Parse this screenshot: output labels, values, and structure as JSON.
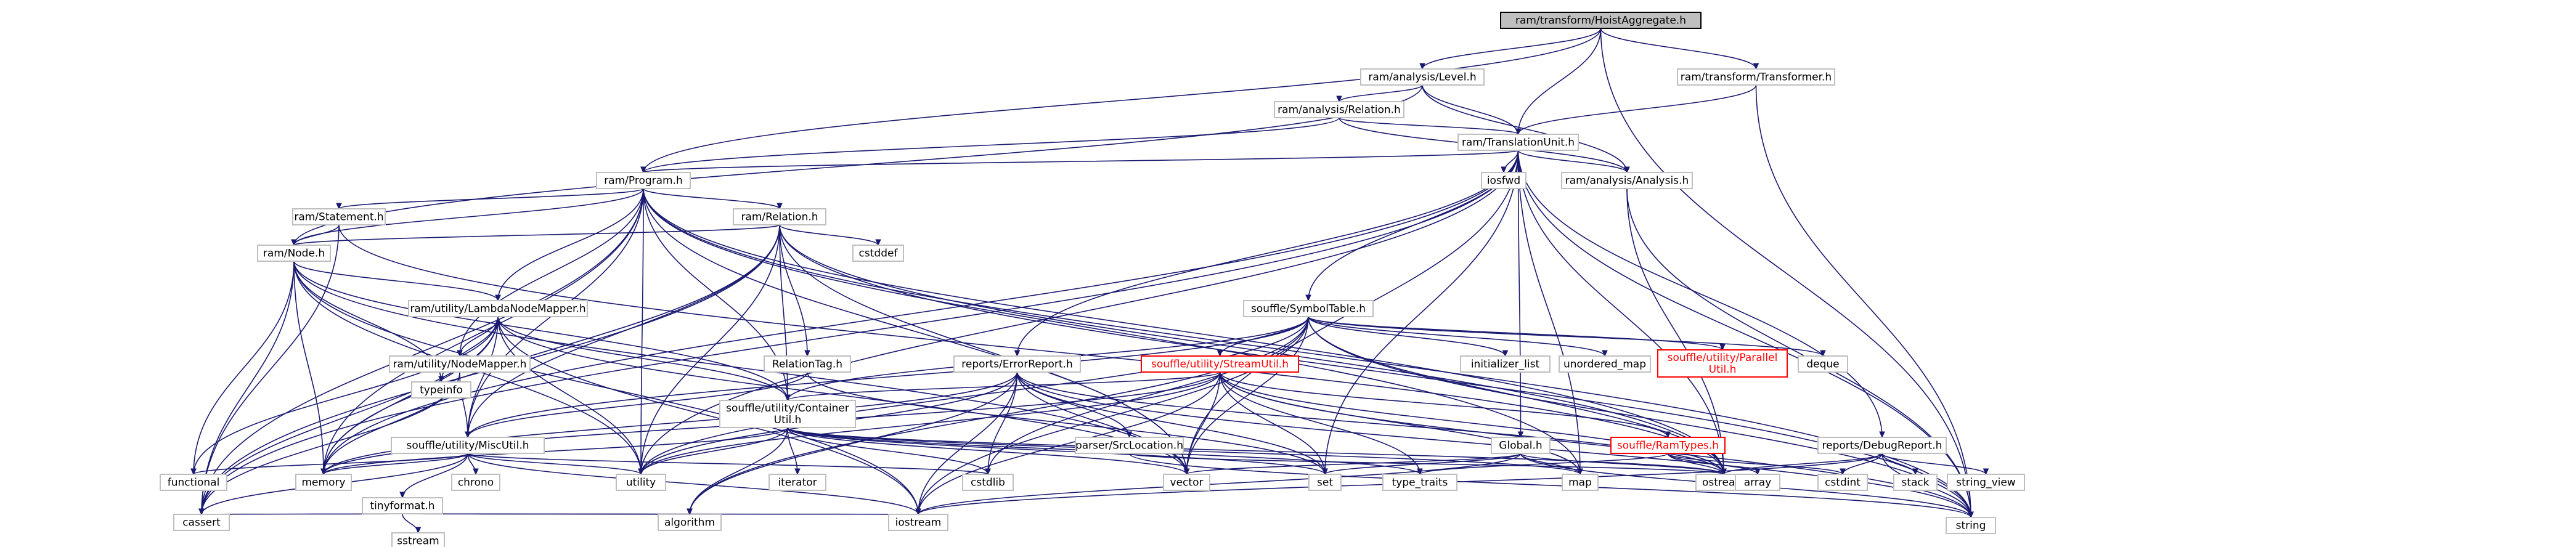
{
  "graph": {
    "edge_color": "#191970",
    "border_color": "#bfbfbf",
    "root_fill": "#bfbfbf",
    "broken_link_color": "#ff0000",
    "nodes": [
      {
        "id": "root",
        "lines": [
          "ram/transform/HoistAggregate.h"
        ],
        "style": "root"
      },
      {
        "id": "level",
        "lines": [
          "ram/analysis/Level.h"
        ]
      },
      {
        "id": "transformer",
        "lines": [
          "ram/transform/Transformer.h"
        ]
      },
      {
        "id": "relation_analysis",
        "lines": [
          "ram/analysis/Relation.h"
        ]
      },
      {
        "id": "tunit",
        "lines": [
          "ram/TranslationUnit.h"
        ]
      },
      {
        "id": "program",
        "lines": [
          "ram/Program.h"
        ]
      },
      {
        "id": "analysis",
        "lines": [
          "ram/analysis/Analysis.h"
        ]
      },
      {
        "id": "iosfwd",
        "lines": [
          "iosfwd"
        ]
      },
      {
        "id": "statement",
        "lines": [
          "ram/Statement.h"
        ]
      },
      {
        "id": "relation",
        "lines": [
          "ram/Relation.h"
        ]
      },
      {
        "id": "node",
        "lines": [
          "ram/Node.h"
        ]
      },
      {
        "id": "cstddef",
        "lines": [
          "cstddef"
        ]
      },
      {
        "id": "lnm",
        "lines": [
          "ram/utility/LambdaNodeMapper.h"
        ]
      },
      {
        "id": "symtab",
        "lines": [
          "souffle/SymbolTable.h"
        ]
      },
      {
        "id": "relationtag",
        "lines": [
          "RelationTag.h"
        ]
      },
      {
        "id": "nodemapper",
        "lines": [
          "ram/utility/NodeMapper.h"
        ]
      },
      {
        "id": "typeinfo",
        "lines": [
          "typeinfo"
        ]
      },
      {
        "id": "errorreport",
        "lines": [
          "reports/ErrorReport.h"
        ]
      },
      {
        "id": "streamutil",
        "lines": [
          "souffle/utility/StreamUtil.h"
        ],
        "style": "red"
      },
      {
        "id": "initlist",
        "lines": [
          "initializer_list"
        ]
      },
      {
        "id": "unordered_map",
        "lines": [
          "unordered_map"
        ]
      },
      {
        "id": "parallel",
        "lines": [
          "souffle/utility/Parallel",
          "Util.h"
        ],
        "style": "red"
      },
      {
        "id": "deque",
        "lines": [
          "deque"
        ]
      },
      {
        "id": "container",
        "lines": [
          "souffle/utility/Container",
          "Util.h"
        ]
      },
      {
        "id": "miscutil",
        "lines": [
          "souffle/utility/MiscUtil.h"
        ]
      },
      {
        "id": "srcloc",
        "lines": [
          "parser/SrcLocation.h"
        ]
      },
      {
        "id": "global",
        "lines": [
          "Global.h"
        ]
      },
      {
        "id": "ramtypes",
        "lines": [
          "souffle/RamTypes.h"
        ],
        "style": "red"
      },
      {
        "id": "debugreport",
        "lines": [
          "reports/DebugReport.h"
        ]
      },
      {
        "id": "functional",
        "lines": [
          "functional"
        ]
      },
      {
        "id": "memory",
        "lines": [
          "memory"
        ]
      },
      {
        "id": "chrono",
        "lines": [
          "chrono"
        ]
      },
      {
        "id": "tinyformat",
        "lines": [
          "tinyformat.h"
        ]
      },
      {
        "id": "iterator",
        "lines": [
          "iterator"
        ]
      },
      {
        "id": "cassert",
        "lines": [
          "cassert"
        ]
      },
      {
        "id": "sstream",
        "lines": [
          "sstream"
        ]
      },
      {
        "id": "algorithm",
        "lines": [
          "algorithm"
        ]
      },
      {
        "id": "iostream",
        "lines": [
          "iostream"
        ]
      },
      {
        "id": "utility",
        "lines": [
          "utility"
        ]
      },
      {
        "id": "cstdlib",
        "lines": [
          "cstdlib"
        ]
      },
      {
        "id": "vector",
        "lines": [
          "vector"
        ]
      },
      {
        "id": "set",
        "lines": [
          "set"
        ]
      },
      {
        "id": "type_traits",
        "lines": [
          "type_traits"
        ]
      },
      {
        "id": "map",
        "lines": [
          "map"
        ]
      },
      {
        "id": "ostream",
        "lines": [
          "ostream"
        ]
      },
      {
        "id": "array",
        "lines": [
          "array"
        ]
      },
      {
        "id": "cstdint",
        "lines": [
          "cstdint"
        ]
      },
      {
        "id": "stack",
        "lines": [
          "stack"
        ]
      },
      {
        "id": "string_view",
        "lines": [
          "string_view"
        ]
      },
      {
        "id": "string",
        "lines": [
          "string"
        ]
      }
    ],
    "edges": [
      [
        "root",
        "level"
      ],
      [
        "root",
        "transformer"
      ],
      [
        "root",
        "tunit"
      ],
      [
        "root",
        "program"
      ],
      [
        "root",
        "string"
      ],
      [
        "level",
        "relation_analysis"
      ],
      [
        "level",
        "tunit"
      ],
      [
        "level",
        "analysis"
      ],
      [
        "level",
        "node"
      ],
      [
        "transformer",
        "tunit"
      ],
      [
        "transformer",
        "string"
      ],
      [
        "relation_analysis",
        "tunit"
      ],
      [
        "relation_analysis",
        "analysis"
      ],
      [
        "relation_analysis",
        "program"
      ],
      [
        "tunit",
        "program"
      ],
      [
        "tunit",
        "analysis"
      ],
      [
        "tunit",
        "iosfwd"
      ],
      [
        "tunit",
        "symtab"
      ],
      [
        "tunit",
        "global"
      ],
      [
        "tunit",
        "errorreport"
      ],
      [
        "tunit",
        "debugreport"
      ],
      [
        "tunit",
        "cassert"
      ],
      [
        "tunit",
        "map"
      ],
      [
        "tunit",
        "memory"
      ],
      [
        "tunit",
        "ostream"
      ],
      [
        "tunit",
        "utility"
      ],
      [
        "tunit",
        "vector"
      ],
      [
        "tunit",
        "string"
      ],
      [
        "tunit",
        "set"
      ],
      [
        "analysis",
        "ostream"
      ],
      [
        "analysis",
        "string"
      ],
      [
        "program",
        "statement"
      ],
      [
        "program",
        "relation"
      ],
      [
        "program",
        "node"
      ],
      [
        "program",
        "lnm"
      ],
      [
        "program",
        "nodemapper"
      ],
      [
        "program",
        "container"
      ],
      [
        "program",
        "miscutil"
      ],
      [
        "program",
        "cassert"
      ],
      [
        "program",
        "map"
      ],
      [
        "program",
        "memory"
      ],
      [
        "program",
        "ostream"
      ],
      [
        "program",
        "string"
      ],
      [
        "program",
        "utility"
      ],
      [
        "program",
        "vector"
      ],
      [
        "statement",
        "node"
      ],
      [
        "statement",
        "ostream"
      ],
      [
        "statement",
        "cassert"
      ],
      [
        "relation",
        "node"
      ],
      [
        "relation",
        "relationtag"
      ],
      [
        "relation",
        "container"
      ],
      [
        "relation",
        "cstddef"
      ],
      [
        "relation",
        "memory"
      ],
      [
        "relation",
        "string"
      ],
      [
        "relation",
        "utility"
      ],
      [
        "relation",
        "vector"
      ],
      [
        "relation",
        "ostream"
      ],
      [
        "relation",
        "cassert"
      ],
      [
        "relation",
        "miscutil"
      ],
      [
        "node",
        "lnm"
      ],
      [
        "node",
        "container"
      ],
      [
        "node",
        "typeinfo"
      ],
      [
        "node",
        "cassert"
      ],
      [
        "node",
        "functional"
      ],
      [
        "node",
        "iostream"
      ],
      [
        "node",
        "memory"
      ],
      [
        "node",
        "utility"
      ],
      [
        "node",
        "vector"
      ],
      [
        "lnm",
        "nodemapper"
      ],
      [
        "lnm",
        "container"
      ],
      [
        "lnm",
        "miscutil"
      ],
      [
        "lnm",
        "cassert"
      ],
      [
        "lnm",
        "functional"
      ],
      [
        "lnm",
        "memory"
      ],
      [
        "lnm",
        "typeinfo"
      ],
      [
        "lnm",
        "utility"
      ],
      [
        "lnm",
        "vector"
      ],
      [
        "lnm",
        "iostream"
      ],
      [
        "nodemapper",
        "miscutil"
      ],
      [
        "nodemapper",
        "memory"
      ],
      [
        "nodemapper",
        "cassert"
      ],
      [
        "relationtag",
        "miscutil"
      ],
      [
        "relationtag",
        "set"
      ],
      [
        "symtab",
        "streamutil"
      ],
      [
        "symtab",
        "parallel"
      ],
      [
        "symtab",
        "container"
      ],
      [
        "symtab",
        "miscutil"
      ],
      [
        "symtab",
        "algorithm"
      ],
      [
        "symtab",
        "cstdlib"
      ],
      [
        "symtab",
        "deque"
      ],
      [
        "symtab",
        "initlist"
      ],
      [
        "symtab",
        "iostream"
      ],
      [
        "symtab",
        "string"
      ],
      [
        "symtab",
        "unordered_map"
      ],
      [
        "symtab",
        "utility"
      ],
      [
        "symtab",
        "vector"
      ],
      [
        "symtab",
        "ostream"
      ],
      [
        "errorreport",
        "srcloc"
      ],
      [
        "errorreport",
        "algorithm"
      ],
      [
        "errorreport",
        "cstdlib"
      ],
      [
        "errorreport",
        "iostream"
      ],
      [
        "errorreport",
        "memory"
      ],
      [
        "errorreport",
        "ostream"
      ],
      [
        "errorreport",
        "set"
      ],
      [
        "errorreport",
        "string"
      ],
      [
        "errorreport",
        "utility"
      ],
      [
        "errorreport",
        "vector"
      ],
      [
        "streamutil",
        "ramtypes"
      ],
      [
        "streamutil",
        "container"
      ],
      [
        "streamutil",
        "iostream"
      ],
      [
        "streamutil",
        "map"
      ],
      [
        "streamutil",
        "memory"
      ],
      [
        "streamutil",
        "ostream"
      ],
      [
        "streamutil",
        "set"
      ],
      [
        "streamutil",
        "string"
      ],
      [
        "streamutil",
        "type_traits"
      ],
      [
        "streamutil",
        "utility"
      ],
      [
        "streamutil",
        "vector"
      ],
      [
        "container",
        "algorithm"
      ],
      [
        "container",
        "cstdlib"
      ],
      [
        "container",
        "iterator"
      ],
      [
        "container",
        "map"
      ],
      [
        "container",
        "memory"
      ],
      [
        "container",
        "set"
      ],
      [
        "container",
        "type_traits"
      ],
      [
        "container",
        "utility"
      ],
      [
        "container",
        "vector"
      ],
      [
        "container",
        "ostream"
      ],
      [
        "miscutil",
        "tinyformat"
      ],
      [
        "miscutil",
        "cassert"
      ],
      [
        "miscutil",
        "chrono"
      ],
      [
        "miscutil",
        "cstdlib"
      ],
      [
        "miscutil",
        "functional"
      ],
      [
        "miscutil",
        "iostream"
      ],
      [
        "miscutil",
        "memory"
      ],
      [
        "miscutil",
        "utility"
      ],
      [
        "tinyformat",
        "algorithm"
      ],
      [
        "tinyformat",
        "cassert"
      ],
      [
        "tinyformat",
        "iostream"
      ],
      [
        "tinyformat",
        "sstream"
      ],
      [
        "srcloc",
        "ostream"
      ],
      [
        "srcloc",
        "string"
      ],
      [
        "global",
        "map"
      ],
      [
        "global",
        "ostream"
      ],
      [
        "global",
        "set"
      ],
      [
        "global",
        "string"
      ],
      [
        "global",
        "vector"
      ],
      [
        "global",
        "iostream"
      ],
      [
        "ramtypes",
        "array"
      ],
      [
        "ramtypes",
        "cstdint"
      ],
      [
        "ramtypes",
        "type_traits"
      ],
      [
        "ramtypes",
        "ostream"
      ],
      [
        "debugreport",
        "cstdint"
      ],
      [
        "debugreport",
        "ostream"
      ],
      [
        "debugreport",
        "stack"
      ],
      [
        "debugreport",
        "string_view"
      ],
      [
        "debugreport",
        "string"
      ],
      [
        "debugreport",
        "iostream"
      ]
    ]
  }
}
